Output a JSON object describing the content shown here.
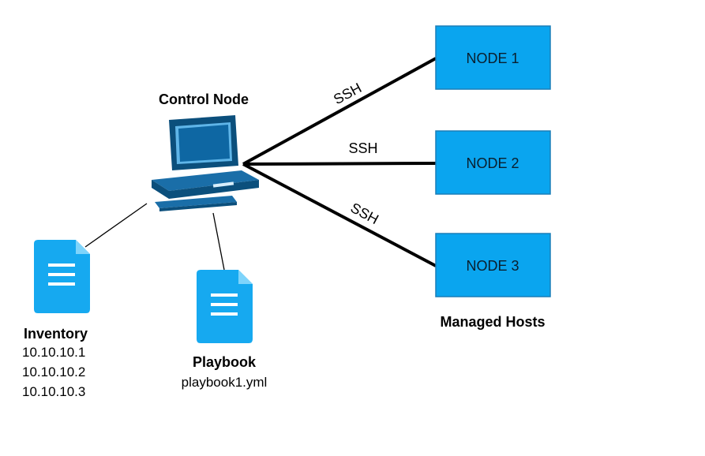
{
  "control_node": {
    "label": "Control Node"
  },
  "links": [
    {
      "label": "SSH"
    },
    {
      "label": "SSH"
    },
    {
      "label": "SSH"
    }
  ],
  "nodes": [
    {
      "label": "NODE 1"
    },
    {
      "label": "NODE 2"
    },
    {
      "label": "NODE 3"
    }
  ],
  "managed_hosts": {
    "label": "Managed Hosts"
  },
  "inventory": {
    "title": "Inventory",
    "hosts": [
      "10.10.10.1",
      "10.10.10.2",
      "10.10.10.3"
    ]
  },
  "playbook": {
    "title": "Playbook",
    "filename": "playbook1.yml"
  },
  "colors": {
    "node_fill": "#0aa5ef",
    "node_border": "#1a7fb8",
    "computer_dark": "#0b4f7c",
    "computer_mid": "#1a6ea8",
    "computer_screen": "#0e67a3",
    "document_fill": "#16a9f0",
    "document_fold": "#7ed4fb",
    "line": "#000000"
  }
}
